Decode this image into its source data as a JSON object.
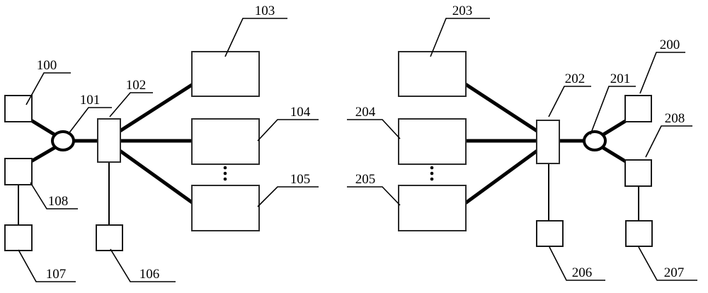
{
  "figure": {
    "type": "patent-block-diagram",
    "description": "Two mirrored network block diagrams: a 100-series transmit side on the left and a 200-series receive side on the right.",
    "background_color": "#ffffff",
    "line_color": "#000000",
    "box_fill": "#ffffff"
  },
  "left_assembly": {
    "reference_numerals": [
      "100",
      "101",
      "102",
      "103",
      "104",
      "105",
      "106",
      "107",
      "108"
    ],
    "nodes": [
      {
        "id": "100",
        "label": "100",
        "shape": "square",
        "role": "peripheral-unit-upper-left"
      },
      {
        "id": "101",
        "label": "101",
        "shape": "circle",
        "role": "junction-node-left"
      },
      {
        "id": "102",
        "label": "102",
        "shape": "rectangle",
        "role": "hub-module-left"
      },
      {
        "id": "103",
        "label": "103",
        "shape": "rectangle",
        "role": "branch-block-top-left"
      },
      {
        "id": "104",
        "label": "104",
        "shape": "rectangle",
        "role": "branch-block-middle-left"
      },
      {
        "id": "105",
        "label": "105",
        "shape": "rectangle",
        "role": "branch-block-bottom-left"
      },
      {
        "id": "106",
        "label": "106",
        "shape": "square",
        "role": "hub-attached-unit-left"
      },
      {
        "id": "107",
        "label": "107",
        "shape": "square",
        "role": "lower-chain-unit-left"
      },
      {
        "id": "108",
        "label": "108",
        "shape": "square",
        "role": "mid-left-unit"
      }
    ],
    "ellipsis": "⋮"
  },
  "right_assembly": {
    "reference_numerals": [
      "200",
      "201",
      "202",
      "203",
      "204",
      "205",
      "206",
      "207",
      "208"
    ],
    "nodes": [
      {
        "id": "200",
        "label": "200",
        "shape": "square",
        "role": "peripheral-unit-upper-right"
      },
      {
        "id": "201",
        "label": "201",
        "shape": "circle",
        "role": "junction-node-right"
      },
      {
        "id": "202",
        "label": "202",
        "shape": "rectangle",
        "role": "hub-module-right"
      },
      {
        "id": "203",
        "label": "203",
        "shape": "rectangle",
        "role": "branch-block-top-right"
      },
      {
        "id": "204",
        "label": "204",
        "shape": "rectangle",
        "role": "branch-block-middle-right"
      },
      {
        "id": "205",
        "label": "205",
        "shape": "rectangle",
        "role": "branch-block-bottom-right"
      },
      {
        "id": "206",
        "label": "206",
        "shape": "square",
        "role": "hub-attached-unit-right"
      },
      {
        "id": "207",
        "label": "207",
        "shape": "square",
        "role": "lower-chain-unit-right"
      },
      {
        "id": "208",
        "label": "208",
        "shape": "square",
        "role": "mid-right-unit"
      }
    ],
    "ellipsis": "⋮"
  },
  "labels": {
    "n100": "100",
    "n101": "101",
    "n102": "102",
    "n103": "103",
    "n104": "104",
    "n105": "105",
    "n106": "106",
    "n107": "107",
    "n108": "108",
    "n200": "200",
    "n201": "201",
    "n202": "202",
    "n203": "203",
    "n204": "204",
    "n205": "205",
    "n206": "206",
    "n207": "207",
    "n208": "208"
  }
}
